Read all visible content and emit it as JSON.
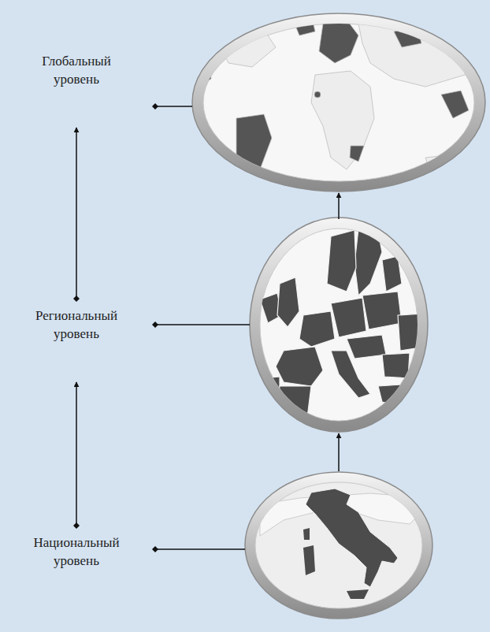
{
  "diagram": {
    "nodes": [
      {
        "text": [
          "Глобальный уровень"
        ]
      },
      {
        "text": [
          "Региональный уровень"
        ]
      },
      {
        "text": [
          "Национальный уровень"
        ]
      }
    ],
    "edges": [
      {
        "from": 1,
        "to": 0,
        "arrow": "to"
      },
      {
        "from": 2,
        "to": 1,
        "arrow": "to"
      }
    ]
  }
}
